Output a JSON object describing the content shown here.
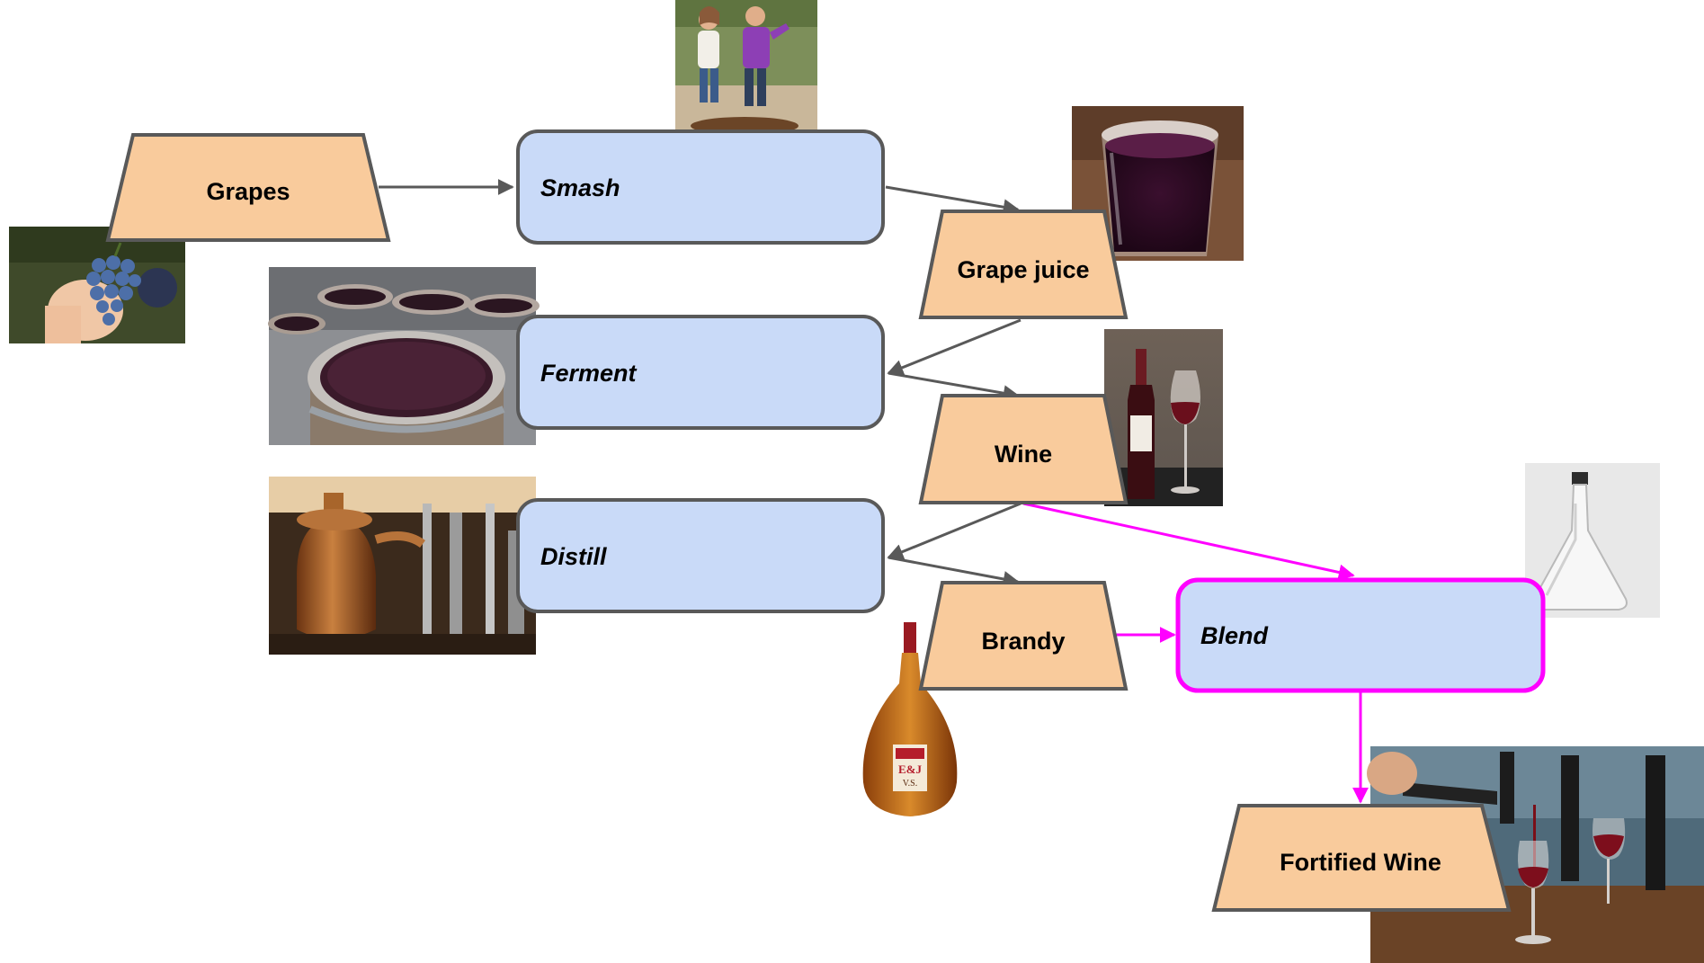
{
  "diagram": {
    "materials": {
      "grapes": "Grapes",
      "grape_juice": "Grape juice",
      "wine": "Wine",
      "brandy": "Brandy",
      "fortified_wine": "Fortified Wine"
    },
    "processes": {
      "smash": "Smash",
      "ferment": "Ferment",
      "distill": "Distill",
      "blend": "Blend"
    },
    "brandy_label": {
      "brand": "E&J",
      "grade": "V.S."
    }
  },
  "colors": {
    "material_fill": "#F9CB9C",
    "process_fill": "#C9DAF8",
    "outline": "#595959",
    "highlight": "#FF00FF"
  }
}
